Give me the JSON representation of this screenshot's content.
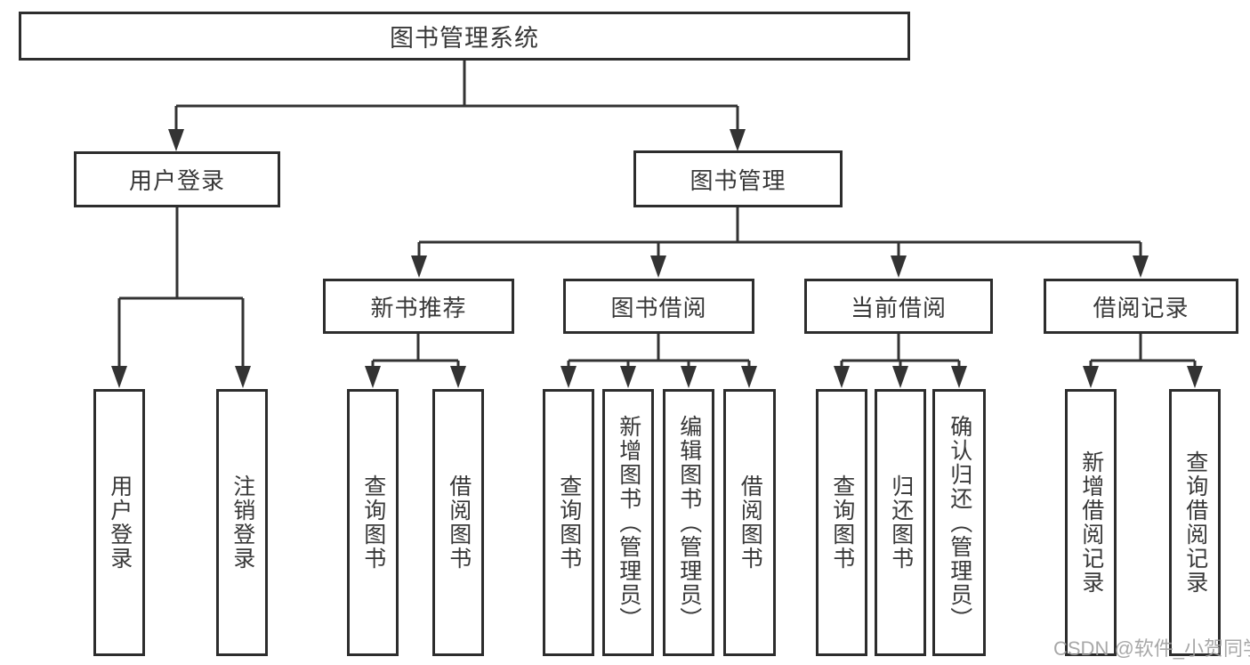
{
  "diagram": {
    "title": "图书管理系统",
    "root": {
      "label": "图书管理系统"
    },
    "level2": [
      {
        "label": "用户登录"
      },
      {
        "label": "图书管理"
      }
    ],
    "level3": [
      {
        "label": "新书推荐"
      },
      {
        "label": "图书借阅"
      },
      {
        "label": "当前借阅"
      },
      {
        "label": "借阅记录"
      }
    ],
    "groups": [
      {
        "parent": "用户登录",
        "children": [
          "用户登录",
          "注销登录"
        ]
      },
      {
        "parent": "新书推荐",
        "children": [
          "查询图书",
          "借阅图书"
        ]
      },
      {
        "parent": "图书借阅",
        "children": [
          "查询图书",
          "新增图书（管理员）",
          "编辑图书（管理员）",
          "借阅图书"
        ]
      },
      {
        "parent": "当前借阅",
        "children": [
          "查询图书",
          "归还图书",
          "确认归还（管理员）"
        ]
      },
      {
        "parent": "借阅记录",
        "children": [
          "新增借阅记录",
          "查询借阅记录"
        ]
      }
    ]
  },
  "watermark": {
    "text": "CSDN @软件_小贺同学"
  },
  "colors": {
    "line": "#333333",
    "box_border": "#2d2d2d",
    "text": "#383838",
    "watermark": "#9e9e9e",
    "background": "#ffffff"
  }
}
